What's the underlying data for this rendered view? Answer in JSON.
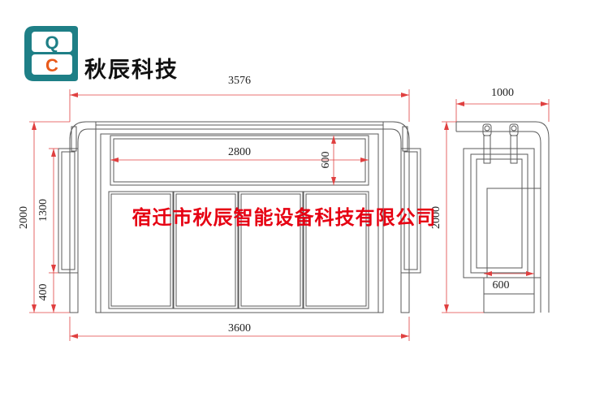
{
  "logo": {
    "letters": [
      "Q",
      "C"
    ],
    "colors": {
      "outer": "#1e7f86",
      "inner": "#ffffff",
      "accent": "#e85a1b"
    }
  },
  "brand": {
    "name": "秋辰科技"
  },
  "watermark": {
    "text": "宿迁市秋辰智能设备科技有限公司",
    "color": "#e60012"
  },
  "front_view": {
    "dims": {
      "top_width": "3576",
      "panel_width": "2800",
      "header_height": "600",
      "total_height": "2000",
      "wing_height": "1300",
      "base_height": "400",
      "bottom_width": "3600"
    }
  },
  "side_view": {
    "dims": {
      "top_width": "1000",
      "height": "2000",
      "base_width": "600"
    }
  },
  "colors": {
    "dimension_line": "#e04040",
    "structure_line": "#5a5a5a"
  }
}
